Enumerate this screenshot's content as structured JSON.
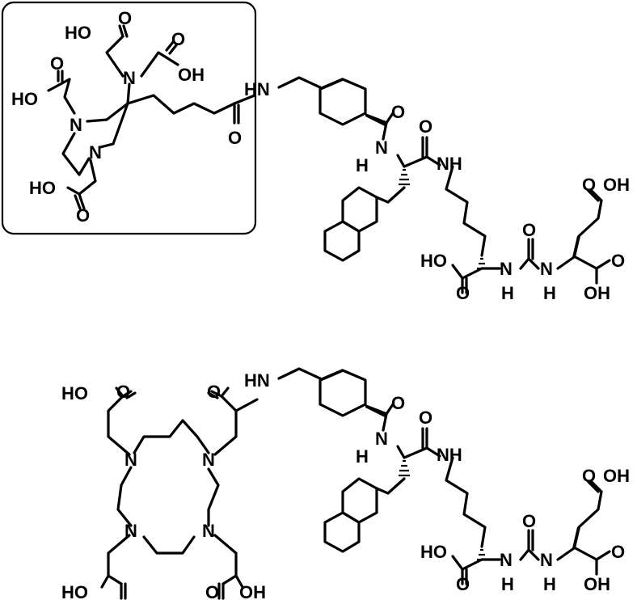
{
  "labels": {
    "HO": "HO",
    "OH": "OH",
    "O": "O",
    "N": "N",
    "NH": "NH",
    "HN": "HN",
    "H": "H"
  }
}
